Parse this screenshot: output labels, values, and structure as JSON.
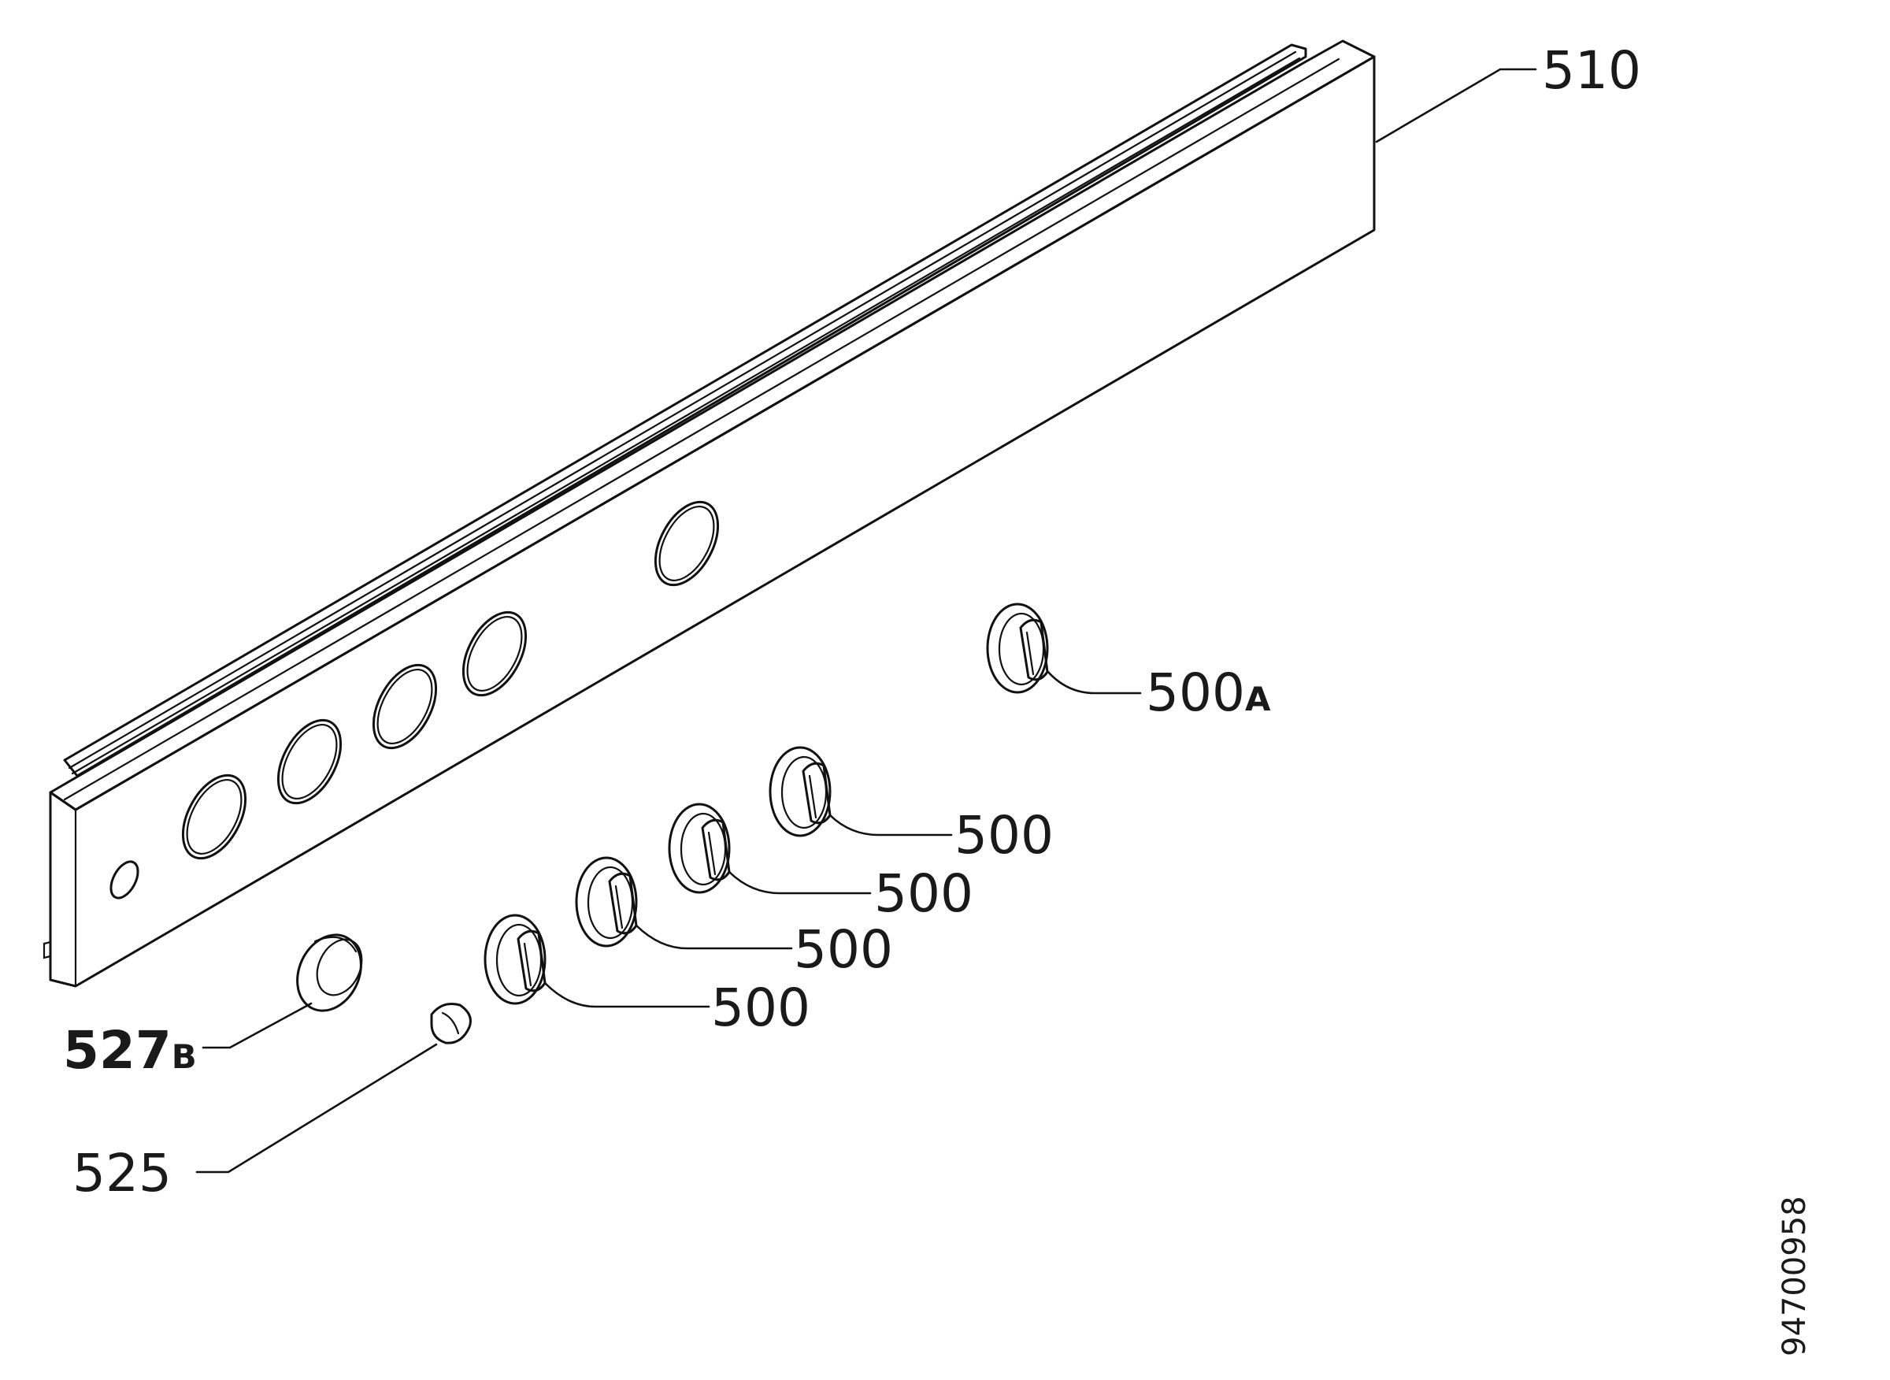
{
  "labels": {
    "panel": "510",
    "knob_special_main": "500",
    "knob_special_suffix": "A",
    "knob_1": "500",
    "knob_2": "500",
    "knob_3": "500",
    "knob_4": "500",
    "ring_main": "527",
    "ring_suffix": "B",
    "cap": "525"
  },
  "document_code": "94700958",
  "colors": {
    "ink": "#111111",
    "background": "#ffffff"
  }
}
